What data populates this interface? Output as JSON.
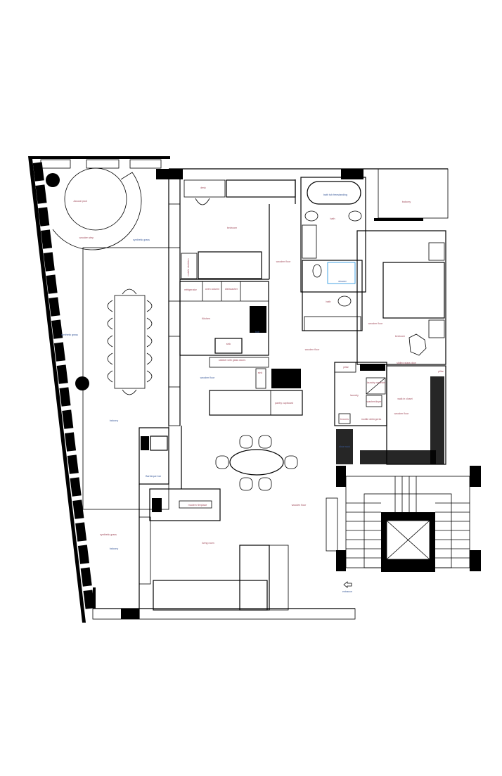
{
  "plan": {
    "colors": {
      "label_red": "#a04a5a",
      "label_blue": "#3a5a9a",
      "line": "#000000",
      "shower_outline": "#1a8fe0"
    },
    "terrace": {
      "jacuzzi": "Jacuzzi pool",
      "wooden_step": "wooden step",
      "synthetic_grass_top": "synthetic grass",
      "synthetic_grass_mid": "synthetic grass",
      "balcony_mid": "balcony",
      "synthetic_grass_bottom": "synthetic grass",
      "balcony_bottom": "balcony"
    },
    "bedroom1": {
      "desk": "desk",
      "name": "bedroom",
      "skeleton": "mobile skeleton",
      "floor": "wooden floor"
    },
    "bathroom_top": {
      "tub": "bath tub freestanding",
      "name": "bath",
      "balcony": "balcony"
    },
    "bathroom_bottom": {
      "shower": "shower",
      "name": "bath"
    },
    "kitchen": {
      "refrigerator": "refrigerator",
      "oven": "oven column",
      "dishwasher": "dishwasher",
      "name": "Kitchen",
      "hob": "hob",
      "sink": "sink",
      "cabinet": "cabinet with glass doors",
      "bar_sink": "sink",
      "pantry": "pantry cupboard",
      "floor": "wooden floor",
      "bar": "Barbeque bar"
    },
    "master": {
      "floor": "wooden floor",
      "name": "bedroom",
      "sliding": "sliding glass door",
      "pillar": "pillar"
    },
    "hall": {
      "floor": "wooden floor"
    },
    "laundry": {
      "pillar": "pillar",
      "machine": "laundry machine",
      "name": "laundry",
      "dryer": "washer/dryer",
      "brooms": "brooms",
      "detergents": "mobile detergents"
    },
    "closet": {
      "name": "walk in closet",
      "floor": "wooden floor",
      "shoes": "shoe rack"
    },
    "living": {
      "fireplace": "modern fireplace",
      "floor": "wooden floor",
      "name": "living room",
      "entrance": "entrance"
    }
  }
}
